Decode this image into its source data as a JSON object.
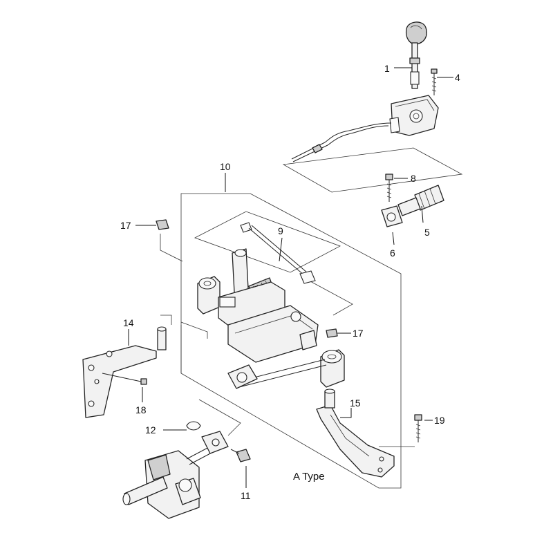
{
  "callouts": {
    "c1": "1",
    "c4": "4",
    "c8": "8",
    "c5": "5",
    "c6": "6",
    "c10": "10",
    "c9": "9",
    "c17a": "17",
    "c17b": "17",
    "c14": "14",
    "c18": "18",
    "c15": "15",
    "c19": "19",
    "c12": "12",
    "c11": "11"
  },
  "caption": "A Type"
}
